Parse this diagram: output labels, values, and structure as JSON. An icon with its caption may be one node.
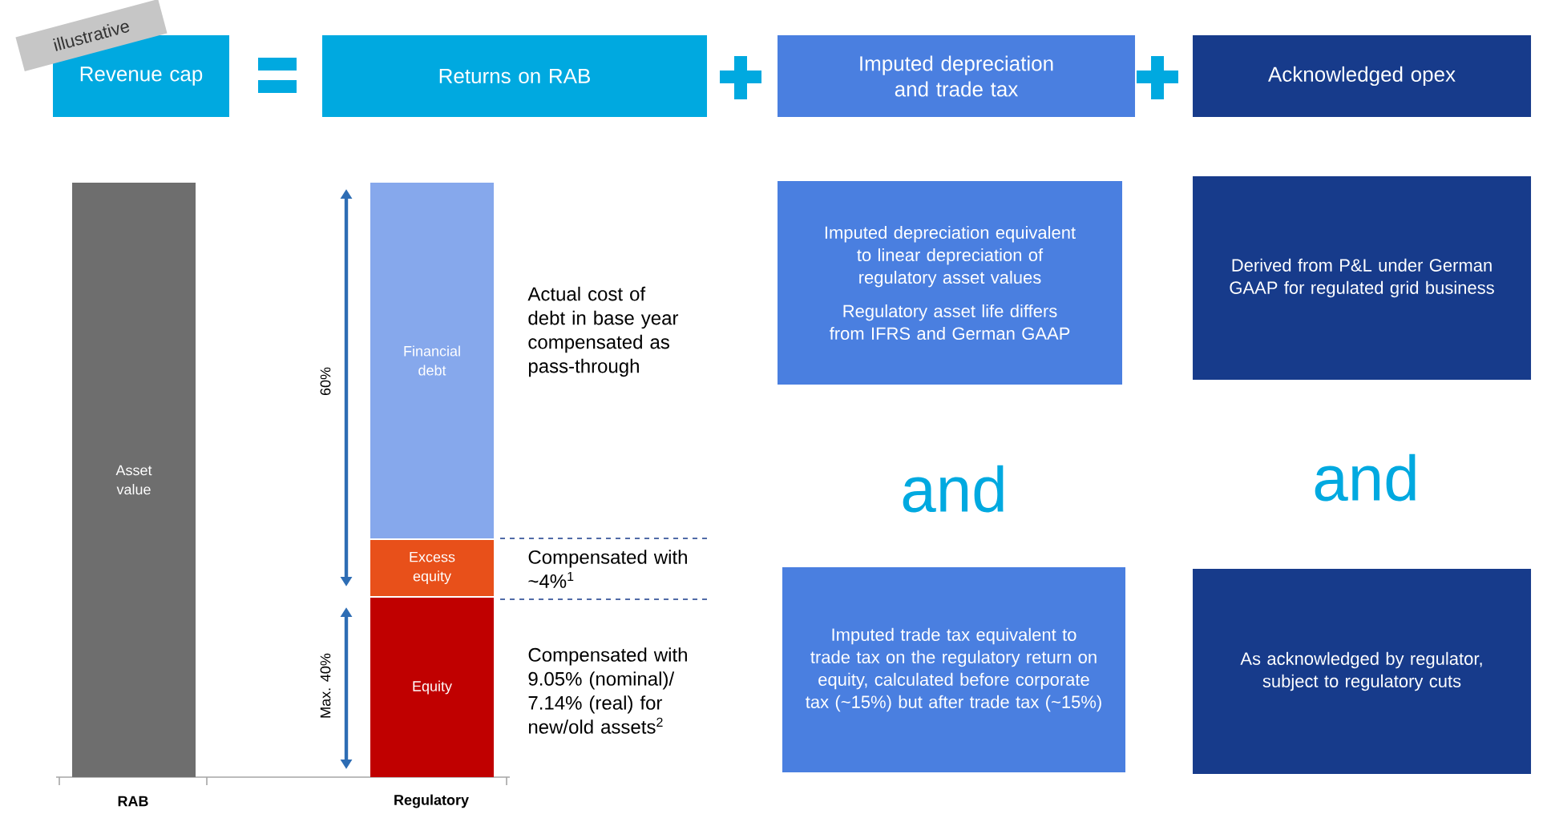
{
  "diagram": {
    "nodes": [
      {
        "text": [
          "Revenue cap"
        ]
      },
      {
        "text": [
          "Returns on RAB"
        ]
      },
      {
        "text": [
          "Imputed depreciation and trade tax"
        ]
      },
      {
        "text": [
          "Acknowledged opex"
        ]
      },
      {
        "text": [
          "Asset value"
        ]
      },
      {
        "text": [
          "Financial debt"
        ]
      },
      {
        "text": [
          "Excess equity"
        ]
      },
      {
        "text": [
          "Equity"
        ]
      },
      {
        "text": [
          "Imputed depreciation equivalent to linear depreciation of regulatory asset values",
          "Regulatory asset life differs from IFRS and German GAAP"
        ]
      },
      {
        "text": [
          "Derived from P&L under German GAAP for regulated grid business"
        ]
      },
      {
        "text": [
          "Imputed trade tax equivalent to trade tax on the regulatory return on equity, calculated before corporate tax (~15%) but after trade tax (~15%)"
        ]
      },
      {
        "text": [
          "As acknowledged by regulator, subject to regulatory cuts"
        ]
      }
    ],
    "labels": [
      "illustrative",
      "60%",
      "Max. 40%",
      "Actual cost of debt in base year compensated as pass-through",
      "Compensated with ~4%$^{1}$",
      "Compensated with 9.05% (nominal)/ 7.14% (real) for new/old assets$^{2}$",
      "and",
      "and",
      "RAB",
      "Regulatory"
    ]
  }
}
